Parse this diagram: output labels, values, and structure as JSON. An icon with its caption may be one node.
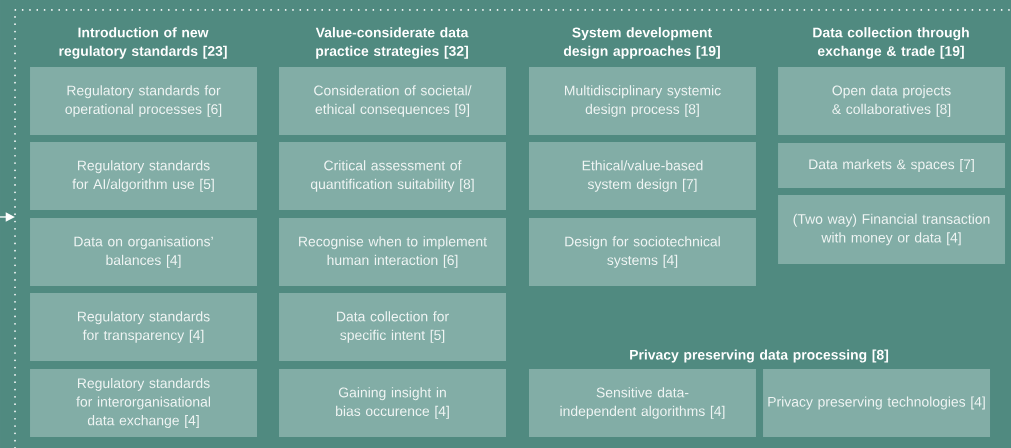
{
  "diagram": {
    "nodes": [
      {
        "text": [
          "Regulatory standards for operational processes [6]"
        ]
      },
      {
        "text": [
          "Regulatory standards for AI/algorithm use [5]"
        ]
      },
      {
        "text": [
          "Data on organisations’ balances [4]"
        ]
      },
      {
        "text": [
          "Regulatory standards for transparency [4]"
        ]
      },
      {
        "text": [
          "Regulatory standards for interorganisational data exchange [4]"
        ]
      },
      {
        "text": [
          "Consideration of societal/ ethical consequences [9]"
        ]
      },
      {
        "text": [
          "Critical assessment of quantification suitability [8]"
        ]
      },
      {
        "text": [
          "Recognise when to implement human interaction [6]"
        ]
      },
      {
        "text": [
          "Data collection for specific intent [5]"
        ]
      },
      {
        "text": [
          "Gaining insight in bias occurence [4]"
        ]
      },
      {
        "text": [
          "Multidisciplinary systemic design process [8]"
        ]
      },
      {
        "text": [
          "Ethical/value-based system design [7]"
        ]
      },
      {
        "text": [
          "Design for sociotechnical systems [4]"
        ]
      },
      {
        "text": [
          "Open data projects & collaboratives [8]"
        ]
      },
      {
        "text": [
          "Data markets & spaces [7]"
        ]
      },
      {
        "text": [
          "(Two way) Financial transaction with money or data [4]"
        ]
      },
      {
        "text": [
          "Sensitive data-independent algorithms [4]"
        ]
      },
      {
        "text": [
          "Privacy preserving technologies [4]"
        ]
      }
    ],
    "labels": [
      "Introduction of new regulatory standards [23]",
      "Value-considerate data practice strategies [32]",
      "System development design approaches [19]",
      "Data collection through exchange & trade [19]",
      "Privacy preserving data processing [8]"
    ]
  }
}
